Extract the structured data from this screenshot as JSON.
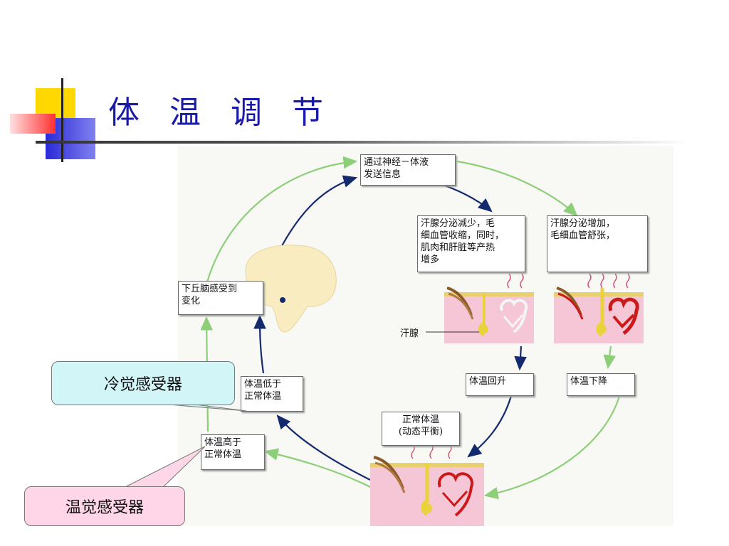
{
  "slide": {
    "title": "体 温 调 节"
  },
  "diagram": {
    "nodes": {
      "hypothalamus": "下丘脑感受到\n变化",
      "nerve_signal": "通过神经－体液\n发送信息",
      "response_cold": "汗腺分泌减少，毛\n细血管收缩，同时，\n肌肉和肝脏等产热\n增多",
      "response_hot": "汗腺分泌增加，\n毛细血管舒张，",
      "temp_rise": "体温回升",
      "temp_fall": "体温下降",
      "normal_temp": "正常体温\n(动态平衡)",
      "below_normal": "体温低于\n正常体温",
      "above_normal": "体温高于\n正常体温",
      "sweat_gland_label": "汗腺"
    },
    "colors": {
      "dark_arrow": "#142a6e",
      "light_arrow": "#8ccf78",
      "skin": "#f4c6d6",
      "vessel": "#cc1a1a",
      "gland": "#e9d23a",
      "brain": "#f8ecc0"
    }
  },
  "callouts": {
    "cold_receptor": "冷觉感受器",
    "warm_receptor": "温觉感受器"
  }
}
